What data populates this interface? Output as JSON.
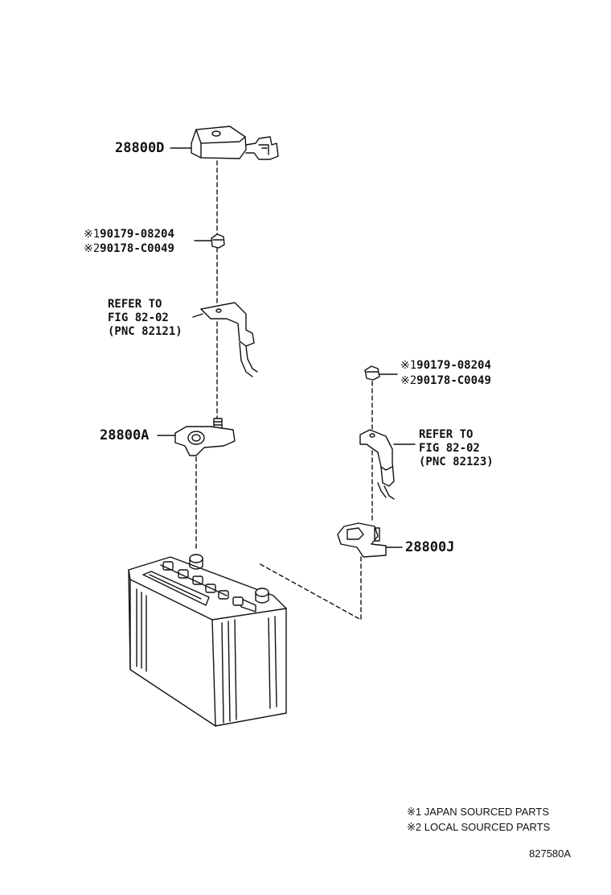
{
  "parts": {
    "cover": {
      "number": "28800D"
    },
    "nut_upper": {
      "japan_mark": "※1",
      "japan_number": "90179-08204",
      "local_mark": "※2",
      "local_number": "90178-C0049"
    },
    "ref_upper": {
      "line1": "REFER TO",
      "line2": "FIG 82-02",
      "line3": "(PNC 82121)"
    },
    "positive_terminal": {
      "number": "28800A"
    },
    "nut_right": {
      "japan_mark": "※1",
      "japan_number": "90179-08204",
      "local_mark": "※2",
      "local_number": "90178-C0049"
    },
    "ref_right": {
      "line1": "REFER TO",
      "line2": "FIG 82-02",
      "line3": "(PNC 82123)"
    },
    "negative_terminal": {
      "number": "28800J"
    }
  },
  "legend": {
    "japan": "※1 JAPAN SOURCED PARTS",
    "local": "※2 LOCAL SOURCED PARTS"
  },
  "figure_id": "827580A",
  "colors": {
    "line": "#111111",
    "background": "#ffffff"
  }
}
